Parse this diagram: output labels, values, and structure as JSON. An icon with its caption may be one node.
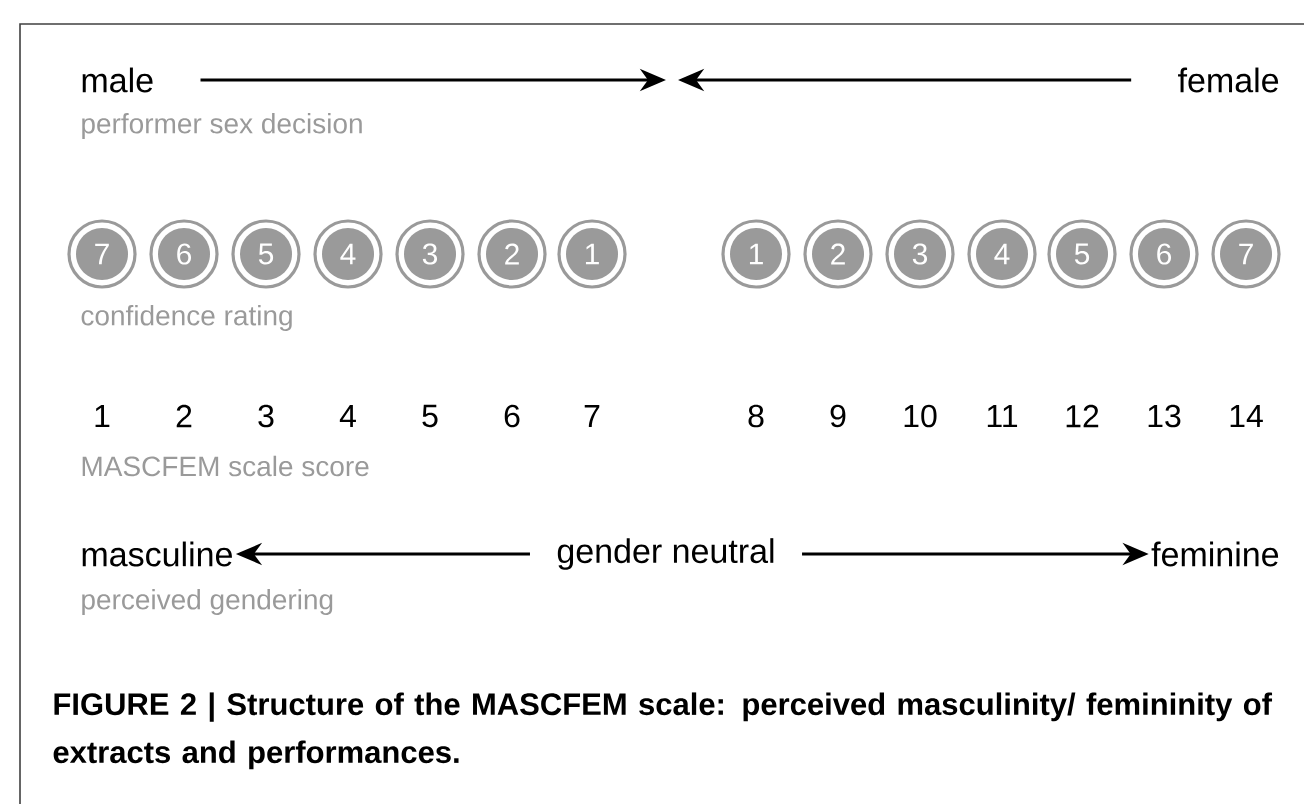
{
  "diagram": {
    "caption": "FIGURE 2 | Structure of the MASCFEM scale: perceived masculinity/ femininity of extracts and performances.",
    "nodes": [
      {
        "text": [
          "male"
        ]
      },
      {
        "text": [
          "female"
        ]
      },
      {
        "text": [
          "7"
        ]
      },
      {
        "text": [
          "6"
        ]
      },
      {
        "text": [
          "5"
        ]
      },
      {
        "text": [
          "4"
        ]
      },
      {
        "text": [
          "3"
        ]
      },
      {
        "text": [
          "2"
        ]
      },
      {
        "text": [
          "1"
        ]
      },
      {
        "text": [
          "1"
        ]
      },
      {
        "text": [
          "2"
        ]
      },
      {
        "text": [
          "3"
        ]
      },
      {
        "text": [
          "4"
        ]
      },
      {
        "text": [
          "5"
        ]
      },
      {
        "text": [
          "6"
        ]
      },
      {
        "text": [
          "7"
        ]
      },
      {
        "text": [
          "masculine"
        ]
      },
      {
        "text": [
          "gender neutral"
        ]
      },
      {
        "text": [
          "feminine"
        ]
      }
    ],
    "edges": [
      {
        "from": 0,
        "to": null,
        "arrow": "to"
      },
      {
        "from": 1,
        "to": null,
        "arrow": "to"
      },
      {
        "from": 17,
        "to": 16,
        "arrow": "to"
      },
      {
        "from": 17,
        "to": 18,
        "arrow": "to"
      }
    ],
    "labels": [
      "performer sex decision",
      "confidence rating",
      "1",
      "2",
      "3",
      "4",
      "5",
      "6",
      "7",
      "8",
      "9",
      "10",
      "11",
      "12",
      "13",
      "14",
      "MASCFEM scale score",
      "perceived gendering"
    ]
  }
}
